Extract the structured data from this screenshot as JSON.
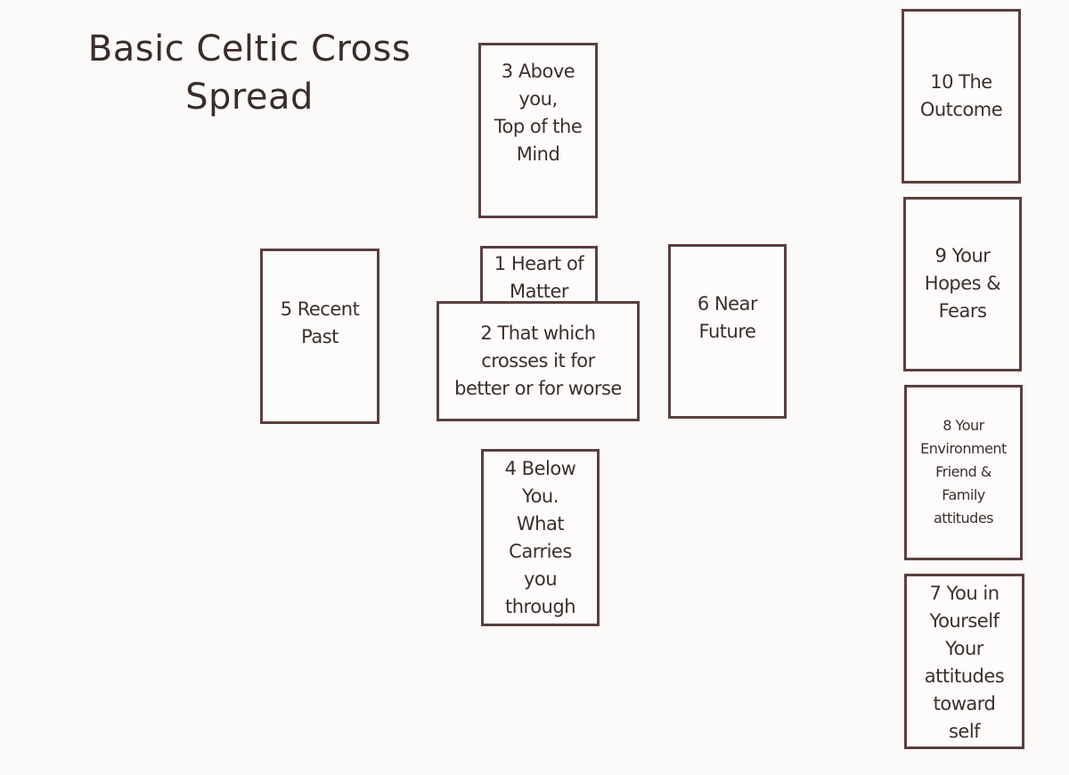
{
  "title": "Basic Celtic Cross\nSpread",
  "cards": {
    "c1": "1 Heart of\nMatter",
    "c2": "2 That which\ncrosses it for\nbetter or for worse",
    "c3": "3 Above\nyou,\nTop of the\nMind",
    "c4": "4 Below\nYou.\nWhat\nCarries\nyou\nthrough",
    "c5": "5 Recent\nPast",
    "c6": "6 Near\nFuture",
    "c7": "7 You in\nYourself\nYour\nattitudes\ntoward\nself",
    "c8": "8 Your\nEnvironment\nFriend &\nFamily\nattitudes",
    "c9": "9 Your\nHopes &\nFears",
    "c10": "10 The\nOutcome"
  },
  "colors": {
    "border": "#5a4040",
    "text": "#3d2e2e",
    "background": "#fbfaf9"
  }
}
